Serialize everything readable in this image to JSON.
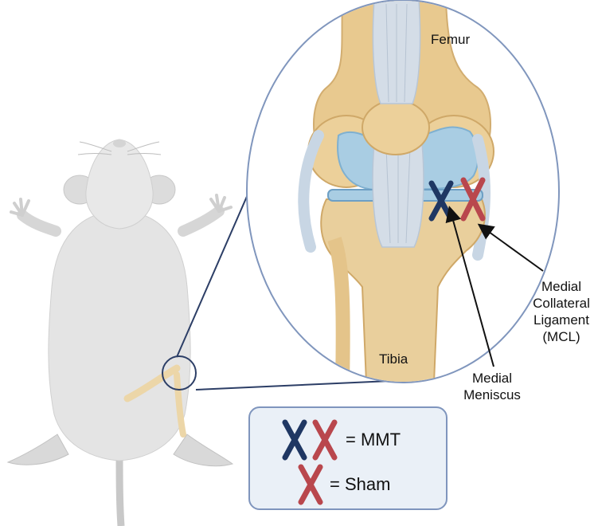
{
  "labels": {
    "femur": "Femur",
    "tibia": "Tibia",
    "mcl": [
      "Medial",
      "Collateral",
      "Ligament",
      "(MCL)"
    ],
    "meniscus": [
      "Medial",
      "Meniscus"
    ]
  },
  "legend": {
    "mmt_text": "= MMT",
    "sham_text": "= Sham"
  },
  "colors": {
    "mmt_cross": "#1f3763",
    "sham_cross": "#b9474d",
    "legend_fill": "#eaf0f7",
    "legend_border": "#7f95bd",
    "meniscus": "#a9cde3",
    "bone": "#ecd6a8"
  }
}
